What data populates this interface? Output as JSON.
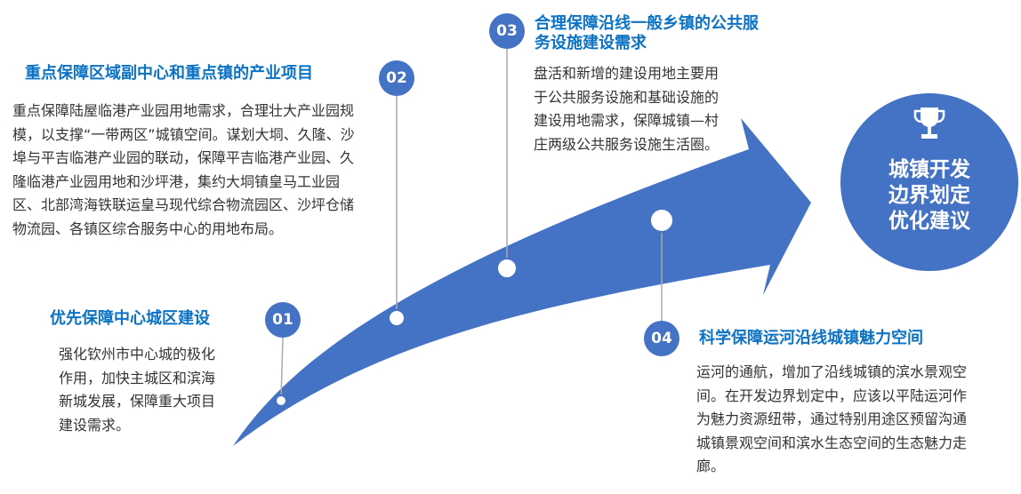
{
  "colors": {
    "accent": "#4472c4",
    "title": "#0b72c4"
  },
  "goal": {
    "lines": [
      "城镇开发",
      "边界划定",
      "优化建议"
    ],
    "icon": "trophy-icon"
  },
  "items": [
    {
      "num": "01",
      "title": "优先保障中心城区建设",
      "body": "强化钦州市中心城的极化作用，加快主城区和滨海新城发展，保障重大项目建设需求。"
    },
    {
      "num": "02",
      "title": "重点保障区域副中心和重点镇的产业项目",
      "body": "重点保障陆屋临港产业园用地需求，合理壮大产业园规模，以支撑“一带两区”城镇空间。谋划大垌、久隆、沙埠与平吉临港产业园的联动，保障平吉临港产业园、久隆临港产业园用地和沙坪港，集约大垌镇皇马工业园区、北部湾海铁联运皇马现代综合物流园区、沙坪仓储物流园、各镇区综合服务中心的用地布局。"
    },
    {
      "num": "03",
      "title": "合理保障沿线一般乡镇的公共服务设施建设需求",
      "body": "盘活和新增的建设用地主要用于公共服务设施和基础设施的建设用地需求，保障城镇—村庄两级公共服务设施生活圈。"
    },
    {
      "num": "04",
      "title": "科学保障运河沿线城镇魅力空间",
      "body": "运河的通航，增加了沿线城镇的滨水景观空间。在开发边界划定中，应该以平陆运河作为魅力资源纽带，通过特别用途区预留沟通城镇景观空间和滨水生态空间的生态魅力走廊。"
    }
  ]
}
